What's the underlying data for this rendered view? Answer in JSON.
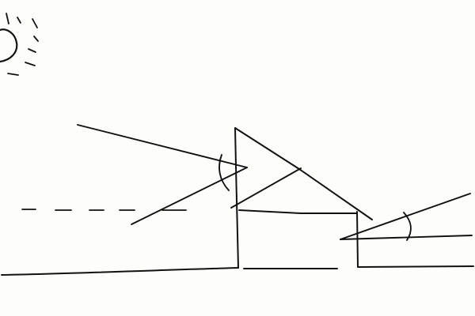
{
  "sketch": {
    "paper_color": "#fdfdfc",
    "ink_color": "#111111",
    "elements": [
      "sun-icon",
      "sun-ray",
      "sunlight-ray",
      "angle-arc",
      "eye-level-dashed-line",
      "tall-building-wall",
      "sloped-roof",
      "low-building-roof",
      "low-building-wall",
      "ground-line"
    ]
  }
}
